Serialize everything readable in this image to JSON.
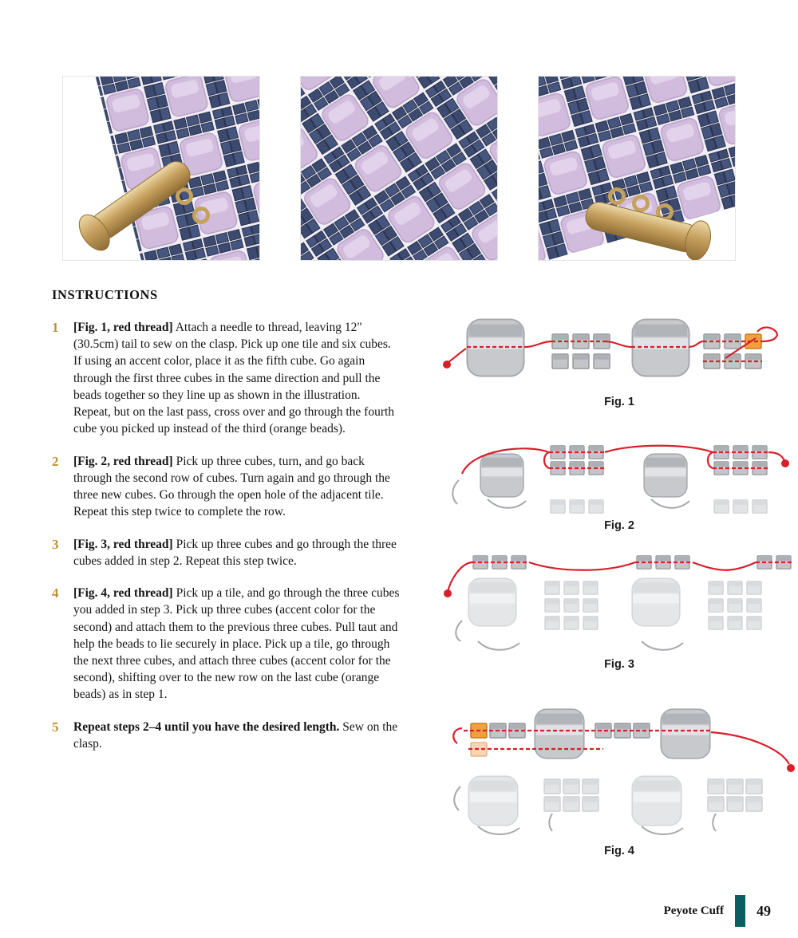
{
  "instructions": {
    "heading": "INSTRUCTIONS",
    "steps": [
      {
        "num": "1",
        "lead": "[Fig. 1, red thread]",
        "text": " Attach a needle to thread, leaving 12\" (30.5cm) tail to sew on the clasp. Pick up one tile and six cubes. If using an accent color, place it as the fifth cube. Go again through the first three cubes in the same direction and pull the beads together so they line up as shown in the illustration. Repeat, but on the last pass, cross over and go through the fourth cube you picked up instead of the third (orange beads)."
      },
      {
        "num": "2",
        "lead": "[Fig. 2, red thread]",
        "text": " Pick up three cubes, turn, and go back through the second row of cubes. Turn again and go through the three new cubes. Go through the open hole of the adjacent tile. Repeat this step twice to complete the row."
      },
      {
        "num": "3",
        "lead": "[Fig. 3, red thread]",
        "text": " Pick up three cubes and go through the three cubes added in step 2. Repeat this step twice."
      },
      {
        "num": "4",
        "lead": "[Fig. 4, red thread]",
        "text": " Pick up a tile, and go through the three cubes you added in step 3. Pick up three cubes (accent color for the second) and attach them to the previous three cubes. Pull taut and help the beads to lie securely in place. Pick up a tile, go through the next three cubes, and attach three cubes (accent color for the second), shifting over to the new row on the last cube (orange beads) as in step 1."
      },
      {
        "num": "5",
        "lead": "Repeat steps 2–4 until you have the desired length.",
        "text": "  Sew on the clasp."
      }
    ]
  },
  "figures": [
    {
      "caption": "Fig. 1"
    },
    {
      "caption": "Fig. 2"
    },
    {
      "caption": "Fig. 3"
    },
    {
      "caption": "Fig. 4"
    }
  ],
  "footer": {
    "label": "Peyote Cuff",
    "page": "49"
  },
  "colors": {
    "accent_teal": "#0a5d60",
    "step_number_gold": "#bf9032",
    "thread_red": "#d81f2a",
    "accent_bead_orange": "#f0a13e",
    "accent_bead_peach": "#f8cba2",
    "tile_gray": "#c7c9cd",
    "cube_gray": "#c3c5c9",
    "tile_lavender": "#d2bcdd",
    "cube_navy": "#3d4a70",
    "clasp_gold": "#c6a05e"
  }
}
